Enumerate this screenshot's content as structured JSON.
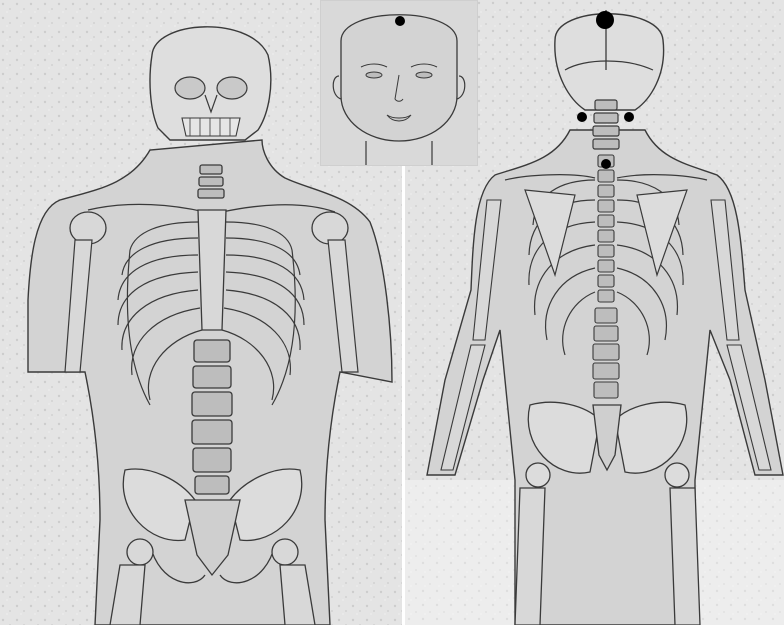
{
  "colors": {
    "paper": "#e4e4e4",
    "paper_speckle": "#c8c8c8",
    "body_fill": "#d3d3d3",
    "line": "#3a3a3a",
    "marker": "#000000",
    "face_bg": "#d9d9d9"
  },
  "panels": {
    "front_view": "anterior-skeleton",
    "back_view": "posterior-skeleton",
    "inset": "face-front"
  },
  "markers": {
    "face_inset": [
      "forehead-point"
    ],
    "back_view": [
      "crown-point",
      "left-neck-point",
      "right-neck-point",
      "upper-back-point"
    ]
  }
}
